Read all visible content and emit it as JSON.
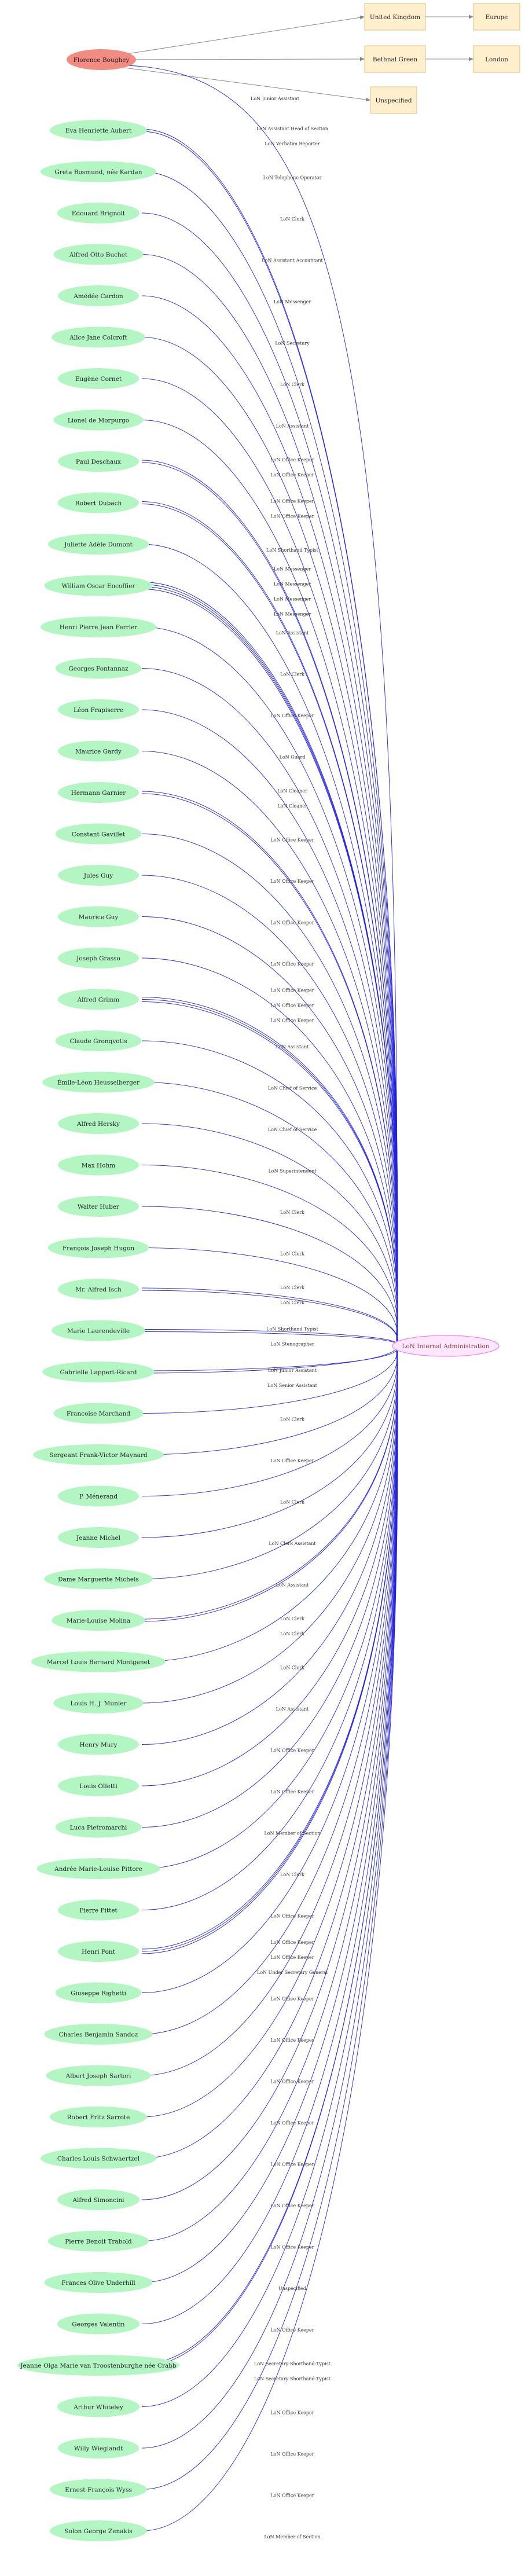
{
  "colors": {
    "center_fill": "#ffe6ff",
    "center_stroke": "#ee82ee",
    "center_text": "#8b3a3a",
    "person_fill": "#b3f5c3",
    "subject_fill": "#f28b82",
    "place_fill": "#ffefcc",
    "place_stroke": "#e0b060",
    "edge_blue": "#2222dd",
    "edge_grey": "#888888"
  },
  "center": {
    "label": "LoN Internal Administration"
  },
  "subject": {
    "label": "Florence Boughey"
  },
  "places": [
    {
      "id": "uk",
      "label": "United Kingdom"
    },
    {
      "id": "europe",
      "label": "Europe"
    },
    {
      "id": "bg",
      "label": "Bethnal Green"
    },
    {
      "id": "london",
      "label": "London"
    },
    {
      "id": "unspec",
      "label": "Unspecified"
    }
  ],
  "place_links": [
    {
      "from": "uk",
      "to": "europe"
    },
    {
      "from": "bg",
      "to": "london"
    }
  ],
  "subject_link": {
    "label": "LoN Junior Assistant"
  },
  "persons": [
    {
      "name": "Eva Henriette Aubert",
      "roles": [
        "LoN Assistant Head of Section",
        "LoN Verbatim Reporter"
      ]
    },
    {
      "name": "Greta Bosmund, née Kardan",
      "roles": [
        "LoN Telephone Operator"
      ]
    },
    {
      "name": "Edouard Brignolt",
      "roles": [
        "LoN Clerk"
      ]
    },
    {
      "name": "Alfred Otto Buchet",
      "roles": [
        "LoN Assistant Accountant"
      ]
    },
    {
      "name": "Amédée Cardon",
      "roles": [
        "LoN Messenger"
      ]
    },
    {
      "name": "Alice Jane Colcroft",
      "roles": [
        "LoN Secretary"
      ]
    },
    {
      "name": "Eugène Cornet",
      "roles": [
        "LoN Clerk"
      ]
    },
    {
      "name": "Lionel de Morpurgo",
      "roles": [
        "LoN Assistant"
      ]
    },
    {
      "name": "Paul Deschaux",
      "roles": [
        "LoN Office Keeper",
        "LoN Office Keeper"
      ]
    },
    {
      "name": "Robert Dubach",
      "roles": [
        "LoN Office Keeper",
        "LoN Office Keeper"
      ]
    },
    {
      "name": "Juliette Adèle Dumont",
      "roles": [
        "LoN Shorthand Typist"
      ]
    },
    {
      "name": "William Oscar Encoffier",
      "roles": [
        "LoN Messenger",
        "LoN Messenger",
        "LoN Messenger",
        "LoN Messenger"
      ]
    },
    {
      "name": "Henri Pierre Jean Ferrier",
      "roles": [
        "LoN Assistant"
      ]
    },
    {
      "name": "Georges Fontannaz",
      "roles": [
        "LoN Clerk"
      ]
    },
    {
      "name": "Léon Frapiserre",
      "roles": [
        "LoN Office Keeper"
      ]
    },
    {
      "name": "Maurice Gardy",
      "roles": [
        "LoN Guard"
      ]
    },
    {
      "name": "Hermann Garnier",
      "roles": [
        "LoN Cleaner",
        "LoN Cleaner"
      ]
    },
    {
      "name": "Constant Gavillet",
      "roles": [
        "LoN Office Keeper"
      ]
    },
    {
      "name": "Jules  Guy",
      "roles": [
        "LoN Office Keeper"
      ]
    },
    {
      "name": "Maurice Guy",
      "roles": [
        "LoN Office Keeper"
      ]
    },
    {
      "name": "Joseph  Grasso",
      "roles": [
        "LoN Office Keeper"
      ]
    },
    {
      "name": "Alfred Grimm",
      "roles": [
        "LoN Office Keeper",
        "LoN Office Keeper",
        "LoN Office Keeper"
      ]
    },
    {
      "name": "Claude Gronqvotis",
      "roles": [
        "LoN Assistant"
      ]
    },
    {
      "name": "Émile-Léon Heusselberger",
      "roles": [
        "LoN Chief of Service"
      ]
    },
    {
      "name": "Alfred Hersky",
      "roles": [
        "LoN Chief of Service"
      ]
    },
    {
      "name": "Max Hohm",
      "roles": [
        "LoN Superintendent"
      ]
    },
    {
      "name": "Walter Huber",
      "roles": [
        "LoN Clerk"
      ]
    },
    {
      "name": "François Joseph Hugon",
      "roles": [
        "LoN Clerk"
      ]
    },
    {
      "name": "Mr. Alfred Isch",
      "roles": [
        "LoN Clerk",
        "LoN Clerk"
      ]
    },
    {
      "name": "Marie Laurendeville",
      "roles": [
        "LoN Shorthand Typist",
        "LoN Stenographer"
      ]
    },
    {
      "name": "Gabrielle Lappert-Ricard",
      "roles": [
        "LoN Junior Assistant",
        "LoN Senior Assistant"
      ]
    },
    {
      "name": "Francoise Marchand",
      "roles": [
        "LoN Clerk"
      ]
    },
    {
      "name": "Sergeant Frank-Victor Maynard",
      "roles": [
        "LoN Office Keeper"
      ]
    },
    {
      "name": "P. Ménerand",
      "roles": [
        "LoN Clerk"
      ]
    },
    {
      "name": "Jeanne Michel",
      "roles": [
        "LoN Clerk Assistant"
      ]
    },
    {
      "name": "Dame Marguerite Michels",
      "roles": [
        "LoN Assistant"
      ]
    },
    {
      "name": "Marie-Louise Molina",
      "roles": [
        "LoN Clerk",
        "LoN Clerk"
      ]
    },
    {
      "name": "Marcel Louis Bernard Montgenet",
      "roles": [
        "LoN Clerk"
      ]
    },
    {
      "name": "Louis H. J. Munier",
      "roles": [
        "LoN Assistant"
      ]
    },
    {
      "name": "Henry Mury",
      "roles": [
        "LoN Office Keeper"
      ]
    },
    {
      "name": "Louis Olletti",
      "roles": [
        "LoN Office Keeper"
      ]
    },
    {
      "name": "Luca Pietromarchi",
      "roles": [
        "LoN Member of Section"
      ]
    },
    {
      "name": "Andrée Marie-Louise Pittore",
      "roles": [
        "LoN Clerk"
      ]
    },
    {
      "name": "Pierre Pittet",
      "roles": [
        "LoN Office Keeper"
      ]
    },
    {
      "name": "Henri Pont",
      "roles": [
        "LoN Office Keeper",
        "LoN Office Keeper",
        "LoN Under Secretary General"
      ]
    },
    {
      "name": "Giuseppe Righetti",
      "roles": [
        "LoN Office Keeper"
      ]
    },
    {
      "name": "Charles Benjamin Sandoz",
      "roles": [
        "LoN Office Keeper"
      ]
    },
    {
      "name": "Albert Joseph  Sartori",
      "roles": [
        "LoN Office Keeper"
      ]
    },
    {
      "name": "Robert Fritz Sarrote",
      "roles": [
        "LoN Office Keeper"
      ]
    },
    {
      "name": "Charles Louis Schwaertzel",
      "roles": [
        "LoN Office Keeper"
      ]
    },
    {
      "name": "Alfred Simoncini",
      "roles": [
        "LoN Office Keeper"
      ]
    },
    {
      "name": "Pierre Benoit Trabold",
      "roles": [
        "LoN Office Keeper"
      ]
    },
    {
      "name": "Frances Olive Underhill",
      "roles": [
        "Unspecified"
      ]
    },
    {
      "name": "Georges Valentin",
      "roles": [
        "LoN Office Keeper"
      ]
    },
    {
      "name": "Jeanne Olga Marie van Troostenburghe née Crabb",
      "roles": [
        "LoN Secretary-Shorthand-Typist",
        "LoN Secretary-Shorthand-Typist"
      ]
    },
    {
      "name": "Arthur  Whiteley",
      "roles": [
        "LoN Office Keeper"
      ]
    },
    {
      "name": "Willy Wieglandt",
      "roles": [
        "LoN Office Keeper"
      ]
    },
    {
      "name": "Ernest-François Wyss",
      "roles": [
        "LoN Office Keeper"
      ]
    },
    {
      "name": "Solon George Zenakis",
      "roles": [
        "LoN Member of Section"
      ]
    }
  ]
}
